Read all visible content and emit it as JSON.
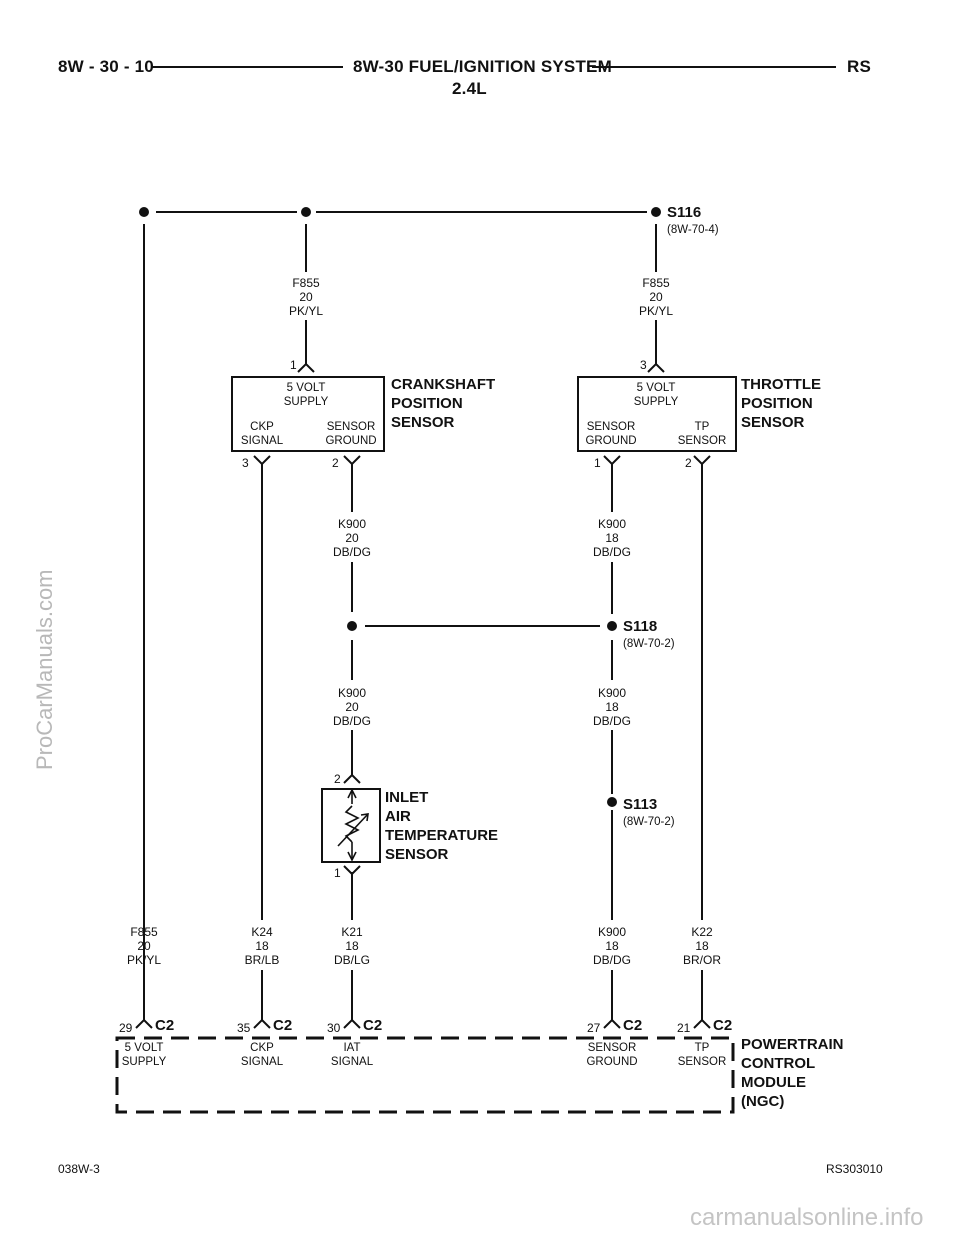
{
  "header": {
    "page_code": "8W - 30 - 10",
    "title_line1": "8W-30 FUEL/IGNITION SYSTEM",
    "title_line2": "2.4L",
    "model": "RS"
  },
  "splices": {
    "s116": {
      "name": "S116",
      "ref": "(8W-70-4)"
    },
    "s118": {
      "name": "S118",
      "ref": "(8W-70-2)"
    },
    "s113": {
      "name": "S113",
      "ref": "(8W-70-2)"
    }
  },
  "wires": {
    "f855_ckp": "F855\n20\nPK/YL",
    "f855_tp": "F855\n20\nPK/YL",
    "k900_ckp": "K900\n20\nDB/DG",
    "k900_tp": "K900\n18\nDB/DG",
    "k900_iat": "K900\n20\nDB/DG",
    "k900_s113": "K900\n18\nDB/DG",
    "f855_pcm": "F855\n20\nPK/YL",
    "k24": "K24\n18\nBR/LB",
    "k21": "K21\n18\nDB/LG",
    "k900_pcm": "K900\n18\nDB/DG",
    "k22": "K22\n18\nBR/OR"
  },
  "ckp_sensor": {
    "title": "CRANKSHAFT\nPOSITION\nSENSOR",
    "supply": "5 VOLT\nSUPPLY",
    "signal": "CKP\nSIGNAL",
    "ground": "SENSOR\nGROUND",
    "pin_supply": "1",
    "pin_signal": "3",
    "pin_ground": "2"
  },
  "tp_sensor": {
    "title": "THROTTLE\nPOSITION\nSENSOR",
    "supply": "5 VOLT\nSUPPLY",
    "ground": "SENSOR\nGROUND",
    "signal": "TP\nSENSOR",
    "pin_supply": "3",
    "pin_ground": "1",
    "pin_signal": "2"
  },
  "iat_sensor": {
    "title": "INLET\nAIR\nTEMPERATURE\nSENSOR",
    "pin_top": "2",
    "pin_bottom": "1"
  },
  "pcm": {
    "title": "POWERTRAIN\nCONTROL\nMODULE\n(NGC)",
    "connector": "C2",
    "pins": [
      {
        "num": "29",
        "label": "5 VOLT\nSUPPLY"
      },
      {
        "num": "35",
        "label": "CKP\nSIGNAL"
      },
      {
        "num": "30",
        "label": "IAT\nSIGNAL"
      },
      {
        "num": "27",
        "label": "SENSOR\nGROUND"
      },
      {
        "num": "21",
        "label": "TP\nSENSOR"
      }
    ]
  },
  "footer": {
    "left": "038W-3",
    "right": "RS303010"
  },
  "watermarks": {
    "left": "ProCarManuals.com",
    "bottom": "carmanualsonline.info"
  }
}
